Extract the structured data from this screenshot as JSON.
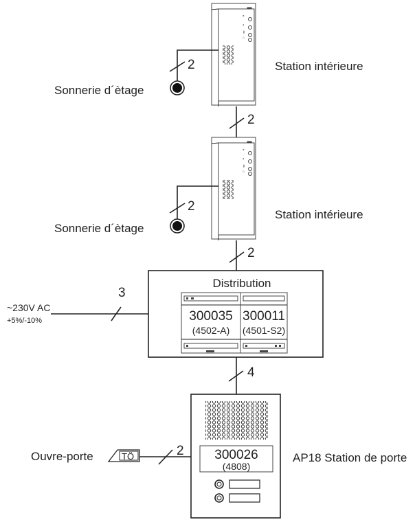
{
  "indoor_top": {
    "label": "Station intérieure",
    "wire_count": "2"
  },
  "indoor_bottom": {
    "label": "Station intérieure",
    "wire_count": "2"
  },
  "floor_bell_top": {
    "label": "Sonnerie d´ètage"
  },
  "floor_bell_bottom": {
    "label": "Sonnerie d´ètage"
  },
  "wire_between_indoor": {
    "count": "2"
  },
  "wire_to_distribution": {
    "count": "2"
  },
  "distribution": {
    "title": "Distribution",
    "module_left": {
      "code": "300035",
      "model": "(4502-A)"
    },
    "module_right": {
      "code": "300011",
      "model": "(4501-S2)"
    }
  },
  "power": {
    "label": "~230V AC",
    "tolerance": "+5%/-10%",
    "wire_count": "3"
  },
  "wire_to_door": {
    "count": "4"
  },
  "door_station": {
    "label": "AP18 Station de porte",
    "code": "300026",
    "model": "(4808)"
  },
  "door_opener": {
    "label": "Ouvre-porte",
    "symbol_text": "TÖ",
    "wire_count": "2"
  }
}
